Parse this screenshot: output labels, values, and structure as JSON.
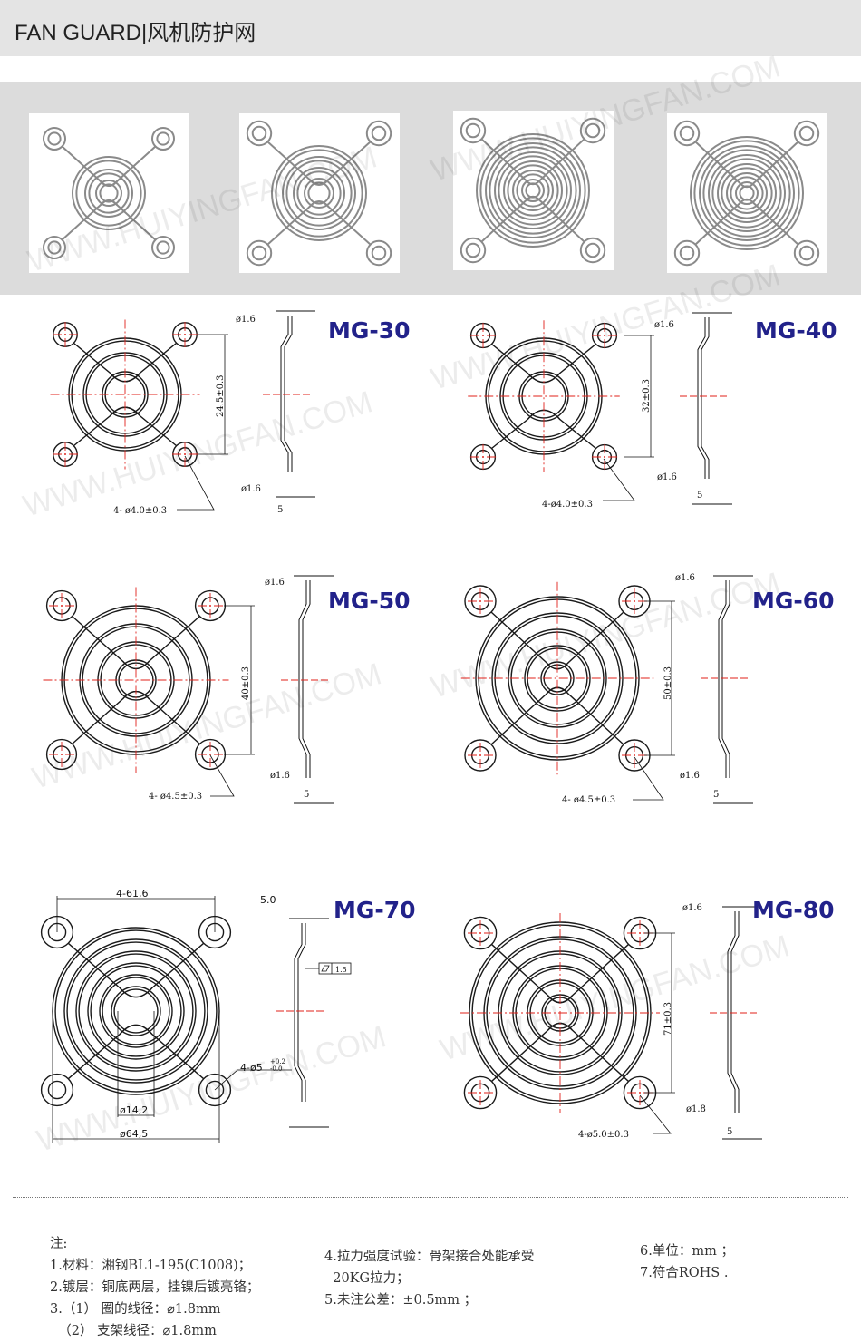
{
  "header": {
    "title": "FAN GUARD|风机防护网"
  },
  "watermark": "WWW.HUIYINGFAN.COM",
  "models": [
    {
      "title": "MG-30",
      "labels": [
        "ø1.6",
        "24.5±0.3",
        "ø1.6",
        "5",
        "4- ø4.0±0.3"
      ]
    },
    {
      "title": "MG-40",
      "labels": [
        "ø1.6",
        "32±0.3",
        "ø1.6",
        "5",
        "4-ø4.0±0.3"
      ]
    },
    {
      "title": "MG-50",
      "labels": [
        "ø1.6",
        "40±0.3",
        "ø1.6",
        "5",
        "4- ø4.5±0.3"
      ]
    },
    {
      "title": "MG-60",
      "labels": [
        "ø1.6",
        "50±0.3",
        "ø1.6",
        "5",
        "4- ø4.5±0.3"
      ]
    },
    {
      "title": "MG-70",
      "labels": [
        "4-61,6",
        "5.0",
        "1.5",
        "4-ø5",
        "+0.2",
        "-0.0",
        "ø14,2",
        "ø64,5"
      ]
    },
    {
      "title": "MG-80",
      "labels": [
        "ø1.6",
        "71±0.3",
        "ø1.8",
        "5",
        "4-ø5.0±0.3"
      ]
    }
  ],
  "notes": {
    "heading": "注:",
    "col1": [
      "1.材料：湘钢BL1-195(C1008)；",
      "2.镀层：铜底两层，挂镍后镀亮铬；",
      "3.（1） 圈的线径：⌀1.8mm",
      "  （2） 支架线径：⌀1.8mm"
    ],
    "col2": [
      "4.拉力强度试验：骨架接合处能承受",
      "  20KG拉力；",
      "5.未注公差：±0.5mm ；"
    ],
    "col3": [
      "6.单位：mm ；",
      "7.符合ROHS ."
    ]
  }
}
